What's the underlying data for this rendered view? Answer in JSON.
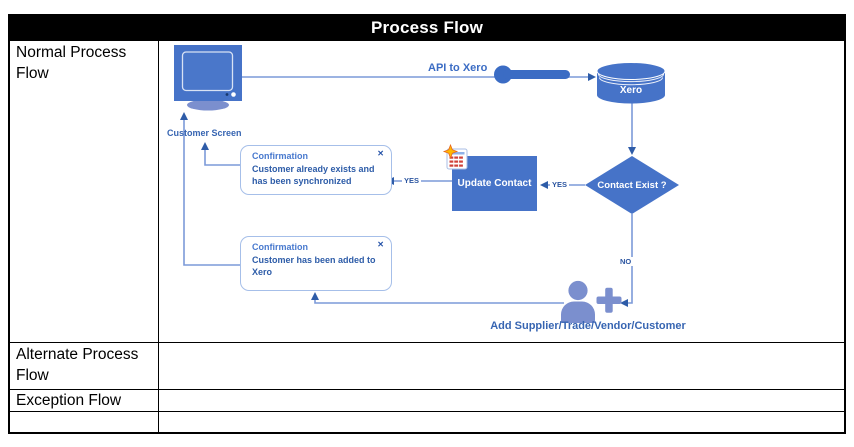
{
  "title": "Process Flow",
  "table": {
    "rows": [
      {
        "label": "Normal Process Flow"
      },
      {
        "label": "Alternate Process Flow"
      },
      {
        "label": "Exception Flow"
      },
      {
        "label": ""
      }
    ]
  },
  "diagram": {
    "monitor_label": "Customer Screen",
    "api_label": "API to Xero",
    "database_label": "Xero",
    "decision_label": "Contact Exist ?",
    "update_contact_label": "Update Contact",
    "add_contact_label": "Add Supplier/Trade/Vendor/Customer",
    "edge_labels": {
      "yes_to_update": "YES",
      "yes_to_confirmation": "YES",
      "no_to_add": "NO"
    },
    "confirmations": [
      {
        "title": "Confirmation",
        "body": "Customer already exists and has been synchronized",
        "close_glyph": "✕"
      },
      {
        "title": "Confirmation",
        "body": "Customer has been added to Xero",
        "close_glyph": "✕"
      }
    ],
    "colors": {
      "shape_blue": "#4673C8",
      "accent_light_blue": "#7B8FCE",
      "connector_blue": "#7C9AD9",
      "arrow_blue": "#2E5CA8",
      "label_blue": "#3765B2",
      "confirmation_border": "#A6BFE9",
      "confirmation_title": "#4879CE",
      "confirmation_body": "#2D5CA8",
      "star_yellow": "#FFB702",
      "calendar_red": "#D04139",
      "title_bar_bg": "#000000",
      "title_bar_text": "#FFFFFF"
    }
  }
}
